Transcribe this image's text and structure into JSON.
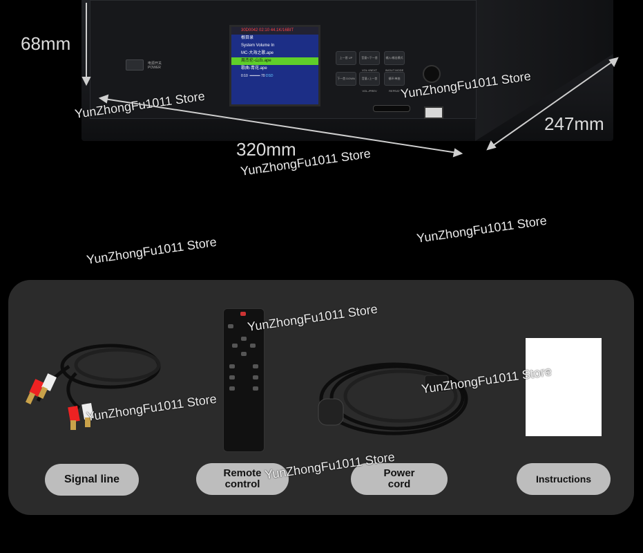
{
  "dimensions": {
    "height": "68mm",
    "width": "320mm",
    "depth": "247mm"
  },
  "watermark": "YunZhongFu1011 Store",
  "device": {
    "screen_lines": [
      "30D0042  02:10  44.1K/16BIT",
      "根目录",
      "System Volume In",
      "MC-大海之歌.ape",
      "周杰伦-山丘.ape",
      "歌曲-青花.ape",
      "0:10",
      "70",
      "DSD"
    ],
    "power_label": "电源开关 POWER",
    "buttons": [
      "上一首 UP",
      "音量+/下一首 VOL+/NEXT",
      "输入/输出模式 IN/OUT MODE",
      "下一首 DOWN",
      "音量-/上一首 VOL-/PREV",
      "循环/单曲 REPEAT"
    ]
  },
  "accessories": [
    {
      "label": "Signal line"
    },
    {
      "label": "Remote\ncontrol"
    },
    {
      "label": "Power\ncord"
    },
    {
      "label": "Instructions"
    }
  ],
  "colors": {
    "background": "#000000",
    "panel": "#2b2b2b",
    "pill": "#bdbdbd",
    "screen": "#1c2e86",
    "screen_highlight": "#5fcf2a"
  }
}
